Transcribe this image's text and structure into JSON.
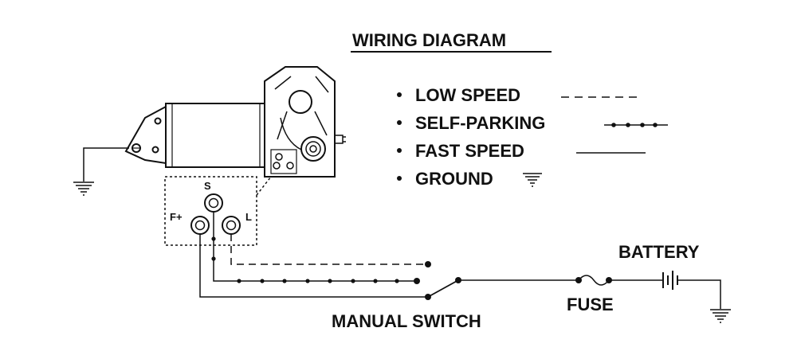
{
  "diagram": {
    "title": "WIRING DIAGRAM",
    "legend": [
      {
        "label": "LOW SPEED",
        "line_style": "dashed",
        "icon": "dashed-line"
      },
      {
        "label": "SELF-PARKING",
        "line_style": "dotted",
        "icon": "dotted-line"
      },
      {
        "label": "FAST SPEED",
        "line_style": "solid",
        "icon": "solid-line"
      },
      {
        "label": "GROUND",
        "line_style": "symbol",
        "icon": "ground-icon"
      }
    ],
    "terminals": {
      "s": "S",
      "f": "F+",
      "l": "L"
    },
    "labels": {
      "battery": "BATTERY",
      "fuse": "FUSE",
      "manual_switch": "MANUAL SWITCH"
    }
  }
}
